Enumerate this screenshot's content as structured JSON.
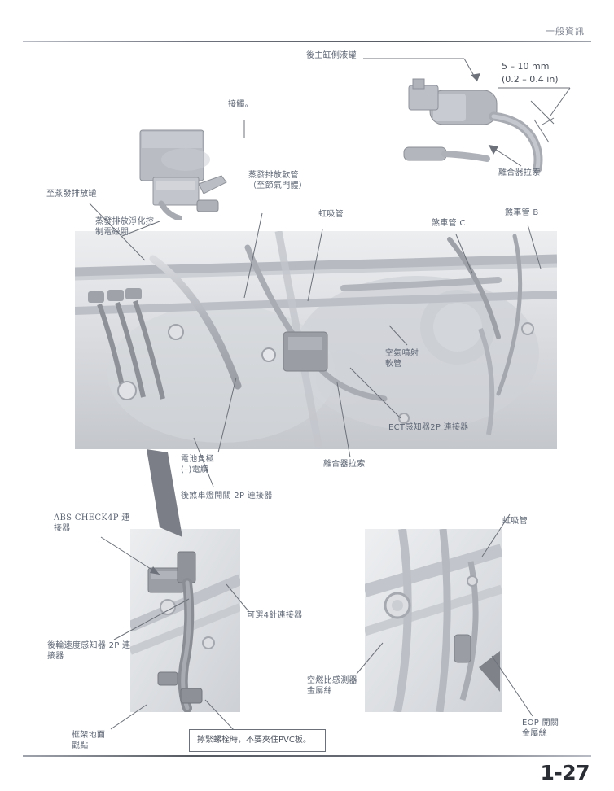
{
  "page": {
    "header_title": "一般資訊",
    "page_number": "1-27"
  },
  "dimension_note": {
    "metric": "5 – 10 mm",
    "imperial": "(0.2 – 0.4 in)"
  },
  "note_box": {
    "text": "擰緊螺栓時，不要夾住PVC板。"
  },
  "callouts": [
    {
      "id": "rear-master-cyl-reservoir",
      "text": "後主缸側液罐"
    },
    {
      "id": "contact",
      "text": "接觸。"
    },
    {
      "id": "to-evap-canister",
      "text": "至蒸發排放罐"
    },
    {
      "id": "evap-purge-control-solenoid",
      "text": "蒸發排放淨化控\n制電磁閥"
    },
    {
      "id": "evap-hose-to-throttle-body",
      "text": "蒸發排放軟管\n（至節氣門體）"
    },
    {
      "id": "siphon-tube-top",
      "text": "虹吸管"
    },
    {
      "id": "clutch-cable-top",
      "text": "離合器拉索"
    },
    {
      "id": "brake-pipe-c",
      "text": "煞車管 C"
    },
    {
      "id": "brake-pipe-b",
      "text": "煞車管 B"
    },
    {
      "id": "air-injection-hose",
      "text": "空氣噴射\n軟管"
    },
    {
      "id": "ect-sensor-2p-connector",
      "text": "ECT感知器2P 連接器"
    },
    {
      "id": "clutch-cable-mid",
      "text": "離合器拉索"
    },
    {
      "id": "battery-negative-cable",
      "text": "電池負極\n(–)電纜"
    },
    {
      "id": "rear-brake-light-switch-2p-connector",
      "text": "後煞車燈開關 2P 連接器"
    },
    {
      "id": "abs-check-4p-connector",
      "text": "ABS CHECK4P 連\n接器"
    },
    {
      "id": "optional-4pin-connector",
      "text": "可選4針連接器"
    },
    {
      "id": "rear-wheel-speed-sensor-2p-connector",
      "text": "後輪速度感知器 2P 連\n接器"
    },
    {
      "id": "frame-ground-view",
      "text": "框架地面\n觀點"
    },
    {
      "id": "siphon-tube-lower",
      "text": "虹吸管"
    },
    {
      "id": "af-sensor-wire",
      "text": "空燃比感測器\n金屬絲"
    },
    {
      "id": "eop-switch-wire",
      "text": "EOP 開關\n金屬絲"
    }
  ],
  "colors": {
    "label_text": "#5d6573",
    "rule": "#54585f",
    "page_number": "#2a2d33",
    "photo_base": "#e9eaec"
  }
}
